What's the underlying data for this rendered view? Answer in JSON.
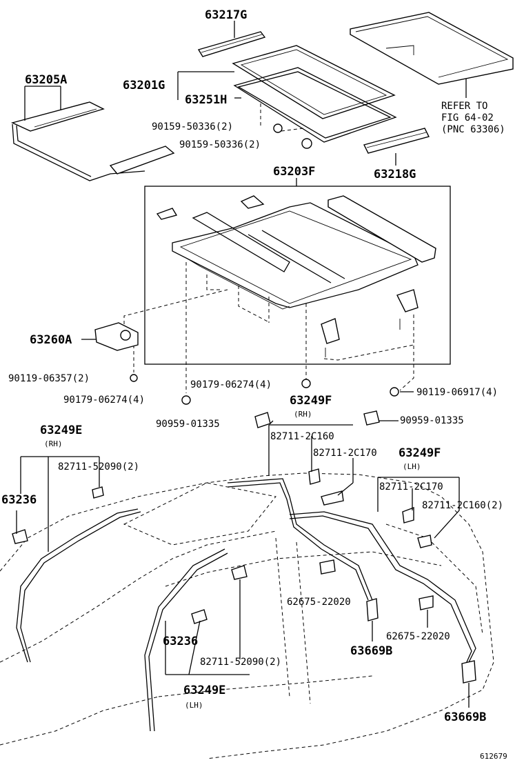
{
  "labels": {
    "p63217G": "63217G",
    "p63205A": "63205A",
    "p63201G": "63201G",
    "p63251H": "63251H",
    "f90159a": "90159-50336(2)",
    "f90159b": "90159-50336(2)",
    "refer1": "REFER TO",
    "refer2": "FIG 64-02",
    "refer3": "(PNC 63306)",
    "p63218G": "63218G",
    "p63203F": "63203F",
    "p63260A": "63260A",
    "f90119a": "90119-06357(2)",
    "f90179a": "90179-06274(4)",
    "f90179b": "90179-06274(4)",
    "f90119b": "90119-06917(4)",
    "p63249F_rh": "63249F",
    "rh1": "(RH)",
    "f90959a": "90959-01335",
    "f90959b": "90959-01335",
    "p63249E_rh": "63249E",
    "rh2": "(RH)",
    "c2C160a": "82711-2C160",
    "c2C170a": "82711-2C170",
    "p63249F_lh": "63249F",
    "lh1": "(LH)",
    "c52090a": "82711-52090(2)",
    "c2C170b": "82711-2C170",
    "c2C160b": "82711-2C160(2)",
    "p63236a": "63236",
    "p62675a": "62675-22020",
    "p62675b": "62675-22020",
    "p63236b": "63236",
    "p63669Ba": "63669B",
    "c52090b": "82711-52090(2)",
    "p63249E_lh": "63249E",
    "lh2": "(LH)",
    "p63669Bb": "63669B",
    "figno": "612679"
  }
}
